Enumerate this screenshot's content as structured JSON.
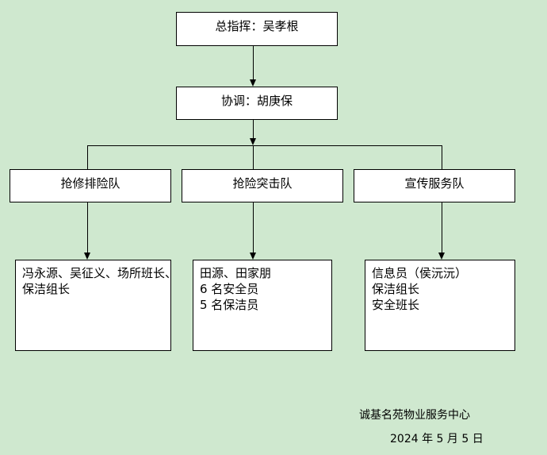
{
  "top_clipped_title": "",
  "commander": "总指挥：吴孝根",
  "coordinator": "协调：胡庚保",
  "teams": [
    {
      "name": "抢修排险队",
      "members": [
        "冯永源、吴征义、场所班长、",
        "保洁组长"
      ]
    },
    {
      "name": "抢险突击队",
      "members": [
        "田源、田家朋",
        "6 名安全员",
        "5 名保洁员"
      ]
    },
    {
      "name": "宣传服务队",
      "members": [
        "信息员（侯沅沅）",
        "保洁组长",
        "安全班长"
      ]
    }
  ],
  "footer": {
    "org": "诚基名苑物业服务中心",
    "date": "2024 年 5 月 5 日"
  }
}
